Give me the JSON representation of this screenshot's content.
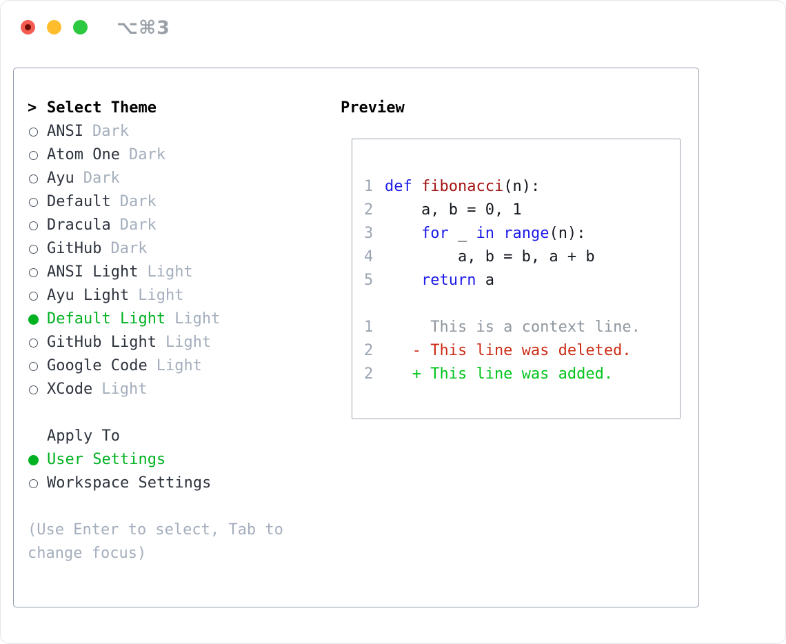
{
  "window": {
    "title": "⌥⌘3"
  },
  "titlebar": {
    "traffic_lights": [
      "close",
      "minimize",
      "zoom"
    ]
  },
  "theme_selector": {
    "prompt": ">",
    "header": "Select Theme",
    "items": [
      {
        "label": "ANSI",
        "tag": "Dark",
        "selected": false
      },
      {
        "label": "Atom One",
        "tag": "Dark",
        "selected": false
      },
      {
        "label": "Ayu",
        "tag": "Dark",
        "selected": false
      },
      {
        "label": "Default",
        "tag": "Dark",
        "selected": false
      },
      {
        "label": "Dracula",
        "tag": "Dark",
        "selected": false
      },
      {
        "label": "GitHub",
        "tag": "Dark",
        "selected": false
      },
      {
        "label": "ANSI Light",
        "tag": "Light",
        "selected": false
      },
      {
        "label": "Ayu Light",
        "tag": "Light",
        "selected": false
      },
      {
        "label": "Default Light",
        "tag": "Light",
        "selected": true
      },
      {
        "label": "GitHub Light",
        "tag": "Light",
        "selected": false
      },
      {
        "label": "Google Code",
        "tag": "Light",
        "selected": false
      },
      {
        "label": "XCode",
        "tag": "Light",
        "selected": false
      }
    ]
  },
  "apply_to": {
    "header": "Apply To",
    "options": [
      {
        "label": "User Settings",
        "selected": true
      },
      {
        "label": "Workspace Settings",
        "selected": false
      }
    ]
  },
  "hint": "(Use Enter to select, Tab to change focus)",
  "preview": {
    "header": "Preview",
    "lines": [
      {
        "num": "1",
        "tokens": [
          {
            "c": "kw",
            "t": "def"
          },
          {
            "c": "pl",
            "t": " "
          },
          {
            "c": "fn",
            "t": "fibonacci"
          },
          {
            "c": "pl",
            "t": "(n):"
          }
        ]
      },
      {
        "num": "2",
        "tokens": [
          {
            "c": "pl",
            "t": "    a, b = 0, 1"
          }
        ]
      },
      {
        "num": "3",
        "tokens": [
          {
            "c": "pl",
            "t": "    "
          },
          {
            "c": "kw",
            "t": "for"
          },
          {
            "c": "pl",
            "t": " _ "
          },
          {
            "c": "kw",
            "t": "in"
          },
          {
            "c": "pl",
            "t": " "
          },
          {
            "c": "kw",
            "t": "range"
          },
          {
            "c": "pl",
            "t": "(n):"
          }
        ]
      },
      {
        "num": "4",
        "tokens": [
          {
            "c": "pl",
            "t": "        a, b = b, a + b"
          }
        ]
      },
      {
        "num": "5",
        "tokens": [
          {
            "c": "pl",
            "t": "    "
          },
          {
            "c": "kw",
            "t": "return"
          },
          {
            "c": "pl",
            "t": " a"
          }
        ]
      },
      {
        "num": "",
        "tokens": []
      },
      {
        "num": "1",
        "tokens": [
          {
            "c": "ctx",
            "t": "     This is a context line."
          }
        ]
      },
      {
        "num": "2",
        "tokens": [
          {
            "c": "del",
            "t": "   - This line was deleted."
          }
        ]
      },
      {
        "num": "2",
        "tokens": [
          {
            "c": "add",
            "t": "   + This line was added."
          }
        ]
      }
    ]
  },
  "colors": {
    "selected_green": "#00b221",
    "added_green": "#00c41c",
    "deleted_red": "#cc2d16",
    "keyword_blue": "#1b1be8",
    "function_red": "#a31212",
    "muted_gray": "#a4aebc",
    "context_gray": "#8f979f",
    "line_number_gray": "#9aa4b2",
    "panel_border": "#929cab",
    "traffic_red": "#f45c51",
    "traffic_yellow": "#fdbd2d",
    "traffic_green": "#2bc840"
  }
}
